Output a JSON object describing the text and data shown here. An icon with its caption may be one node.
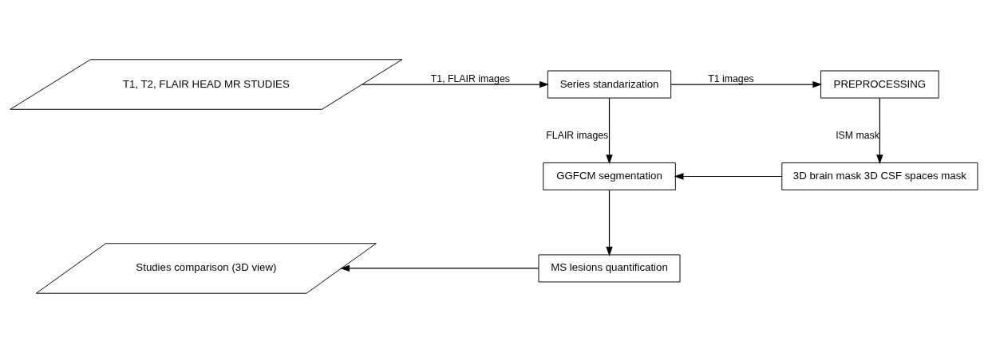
{
  "diagram": {
    "nodes": [
      {
        "text": [
          "T1, T2, FLAIR HEAD MR STUDIES"
        ]
      },
      {
        "text": [
          "Series standarization"
        ]
      },
      {
        "text": [
          "PREPROCESSING"
        ]
      },
      {
        "text": [
          "GGFCM segmentation"
        ]
      },
      {
        "text": [
          "3D brain mask 3D CSF spaces mask"
        ]
      },
      {
        "text": [
          "MS lesions quantification"
        ]
      },
      {
        "text": [
          "Studies comparison (3D view)"
        ]
      }
    ],
    "edges": [
      {
        "from": 0,
        "to": 1,
        "arrow": "to",
        "label": "T1, FLAIR images"
      },
      {
        "from": 1,
        "to": 2,
        "arrow": "to",
        "label": "T1 images"
      },
      {
        "from": 1,
        "to": 3,
        "arrow": "to",
        "label": "FLAIR images"
      },
      {
        "from": 2,
        "to": 4,
        "arrow": "to",
        "label": "ISM mask"
      },
      {
        "from": 4,
        "to": 3,
        "arrow": "to"
      },
      {
        "from": 3,
        "to": 5,
        "arrow": "to"
      },
      {
        "from": 5,
        "to": 6,
        "arrow": "to"
      }
    ]
  }
}
